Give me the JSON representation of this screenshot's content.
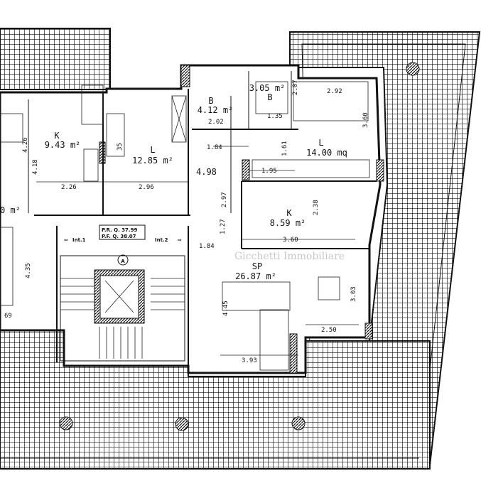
{
  "plan": {
    "rooms": [
      {
        "name": "K",
        "area": "9.43 m²"
      },
      {
        "name": "L",
        "area": "12.85 m²"
      },
      {
        "name": "B",
        "area": "4.12 m²"
      },
      {
        "name": "B",
        "area": "3.05 m²"
      },
      {
        "name": "L",
        "area": "14.00 mq"
      },
      {
        "name": "K",
        "area": "8.59 m²"
      },
      {
        "name": "SP",
        "area": "26.87 m²"
      },
      {
        "name": "",
        "area": "0 m²"
      }
    ],
    "levels": [
      "P.R. Q. 37.99",
      "P.F. Q. 38.07"
    ],
    "entrances": [
      "Int.1",
      "Int.2"
    ],
    "stair_label": "A",
    "dimensions": [
      "4.26",
      "4.18",
      "2.26",
      "2.96",
      "35",
      "1.84",
      "4.98",
      "2.97",
      "2.02",
      "2.07",
      "1.35",
      "2.92",
      "3.60",
      "1.61",
      "1.95",
      "2.38",
      "1.27",
      "3.60",
      "1.84",
      "4.35",
      "69",
      "4.45",
      "3.03",
      "2.50",
      "3.93"
    ],
    "watermark": "Gicchetti Immobiliare"
  }
}
